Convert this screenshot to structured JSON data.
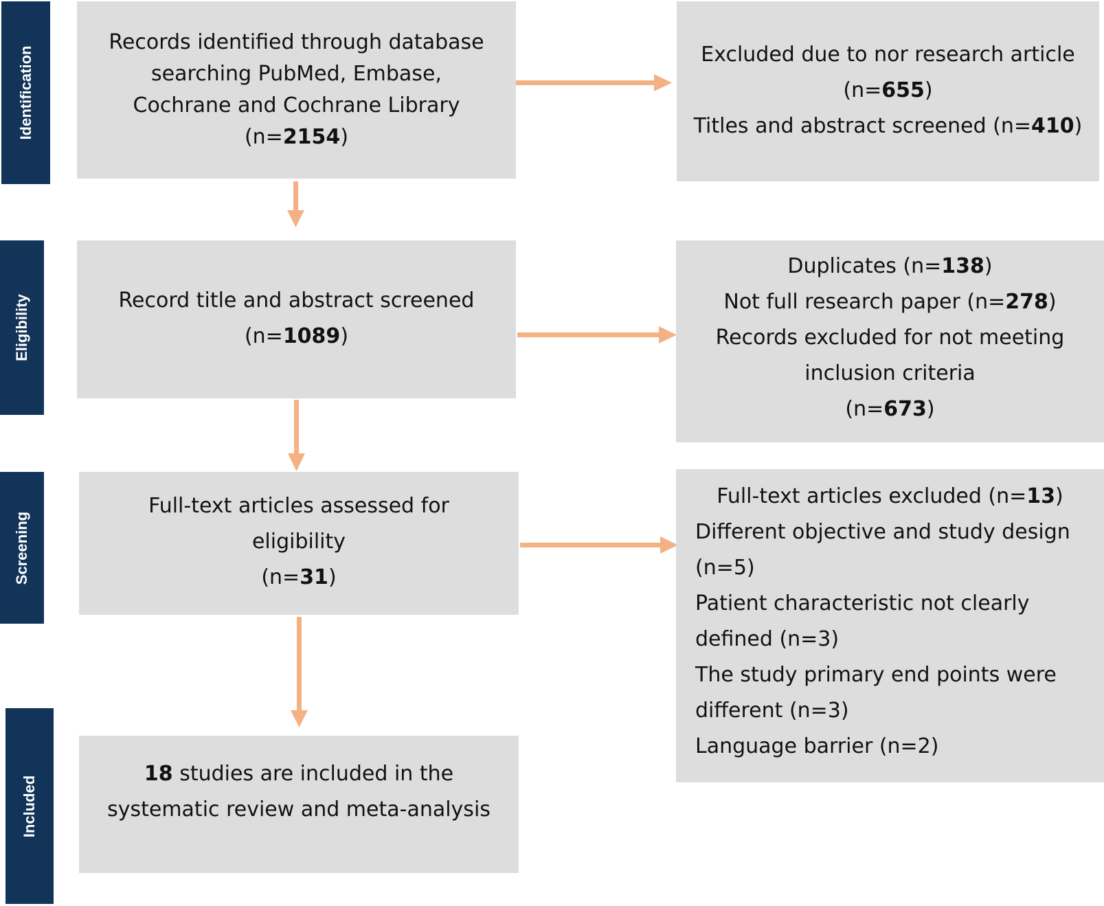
{
  "phases": {
    "identification": "Identification",
    "eligibility": "Eligibility",
    "screening": "Screening",
    "included": "Included"
  },
  "flow": {
    "records_identified": {
      "line1": "Records identified through database",
      "line2": "searching PubMed, Embase,",
      "line3": "Cochrane and Cochrane Library",
      "n_prefix": "(n=",
      "n": "2154",
      "n_suffix": ")"
    },
    "excluded_not_research": {
      "line1": "Excluded due to nor research article",
      "n1_prefix": "(n=",
      "n1": "655",
      "n1_suffix": ")",
      "line3_prefix": "Titles and abstract screened (n=",
      "n2": "410",
      "line3_suffix": ")"
    },
    "title_abstract_screened": {
      "line1": "Record title and abstract screened",
      "n_prefix": "(n=",
      "n": "1089",
      "n_suffix": ")"
    },
    "eligibility_exclusions": {
      "dup_prefix": "Duplicates (n=",
      "dup_n": "138",
      "dup_suffix": ")",
      "notfull_prefix": "Not full research paper (n=",
      "notfull_n": "278",
      "notfull_suffix": ")",
      "criteria_line1": "Records excluded for not meeting",
      "criteria_line2": "inclusion criteria",
      "criteria_prefix": "(n=",
      "criteria_n": "673",
      "criteria_suffix": ")"
    },
    "fulltext_assessed": {
      "line1": "Full-text articles assessed for",
      "line2": "eligibility",
      "n_prefix": "(n=",
      "n": "31",
      "n_suffix": ")"
    },
    "fulltext_excluded": {
      "head_prefix": "Full-text articles excluded (n=",
      "head_n": "13",
      "head_suffix": ")",
      "line2": "Different objective and study design",
      "line3": "(n=5)",
      "line4": "Patient characteristic not clearly",
      "line5": "defined (n=3)",
      "line6": "The study primary end points were",
      "line7": "different (n=3)",
      "line8": "Language barrier (n=2)"
    },
    "included_studies": {
      "count": "18",
      "line1_rest": " studies are included in the",
      "line2": "systematic review and meta-analysis"
    }
  },
  "colors": {
    "sidebar": "#123458",
    "box": "#dddddd",
    "arrow": "#f4b183"
  }
}
